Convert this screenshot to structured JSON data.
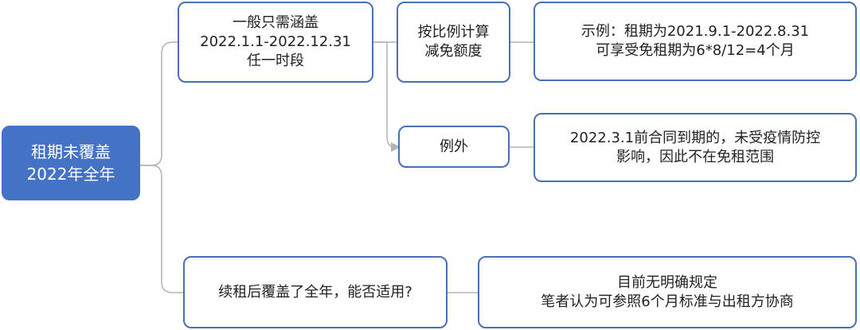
{
  "nodes": {
    "root": [
      "租期未覆盖",
      "2022年全年"
    ],
    "coverage": [
      "一般只需涵盖",
      "2022.1.1-2022.12.31",
      "任一时段"
    ],
    "calc": [
      "按比例计算",
      "减免额度"
    ],
    "example": [
      "示例：租期为2021.9.1-2022.8.31",
      "可享受免租期为6*8/12=4个月"
    ],
    "exception": [
      "例外"
    ],
    "exception_detail": [
      "2022.3.1前合同到期的，未受疫情防控",
      "影响，因此不在免租范围"
    ],
    "renewal": [
      "续租后覆盖了全年，能否适用?"
    ],
    "renewal_answer": [
      "目前无明确规定",
      "笔者认为可参照6个月标准与出租方协商"
    ]
  },
  "colors": {
    "root_fill": "#4472c4",
    "node_border": "#4a6fb5",
    "connector": "#b3b3b3"
  }
}
